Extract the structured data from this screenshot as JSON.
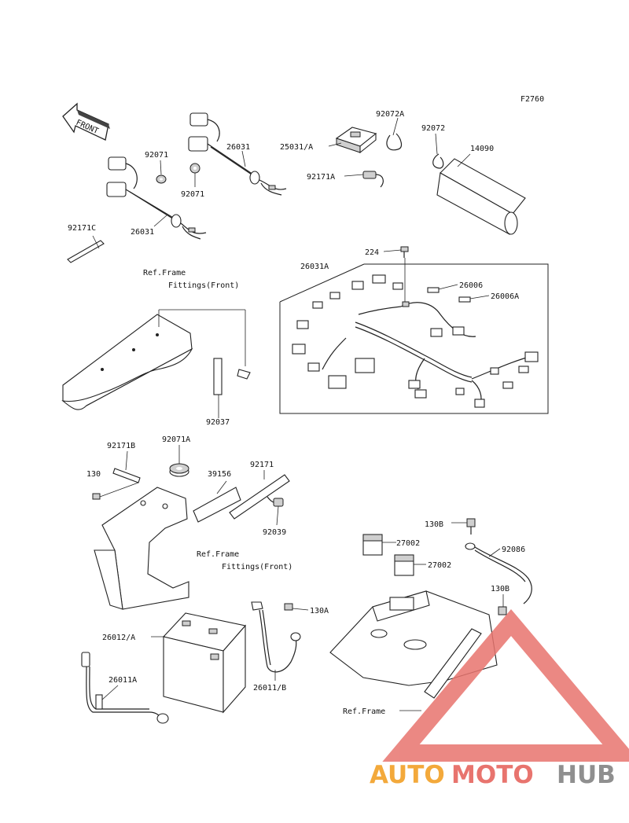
{
  "figure_code": "F2760",
  "front_arrow_text": "FRONT",
  "labels": {
    "p92072A": "92072A",
    "p92072": "92072",
    "p25031A": "25031/A",
    "p14090": "14090",
    "p92171A": "92171A",
    "p92071_top": "92071",
    "p92071_bot": "92071",
    "p26031_top": "26031",
    "p26031_bot": "26031",
    "p92171C": "92171C",
    "p224": "224",
    "p26031A": "26031A",
    "p26006": "26006",
    "p26006A": "26006A",
    "p92037": "92037",
    "p92171B": "92171B",
    "p92071A": "92071A",
    "p130": "130",
    "p39156": "39156",
    "p92171": "92171",
    "p92039": "92039",
    "p130B_top": "130B",
    "p27002_a": "27002",
    "p27002_b": "27002",
    "p92086": "92086",
    "p130B_bot": "130B",
    "p130A": "130A",
    "p26012A": "26012/A",
    "p26011A": "26011A",
    "p26011B": "26011/B"
  },
  "refs": {
    "ref_frame_front_1_line1": "Ref.Frame",
    "ref_frame_front_1_line2": "Fittings(Front)",
    "ref_frame_front_2_line1": "Ref.Frame",
    "ref_frame_front_2_line2": "Fittings(Front)",
    "ref_frame": "Ref.Frame"
  },
  "watermark": {
    "part1": "AUTO",
    "part2": "MOTO",
    "part3": "HUB",
    "colors": {
      "auto": "#f3a93b",
      "moto": "#e8746e",
      "hub": "#8f8f8f",
      "triangle": "#e8746e"
    }
  }
}
